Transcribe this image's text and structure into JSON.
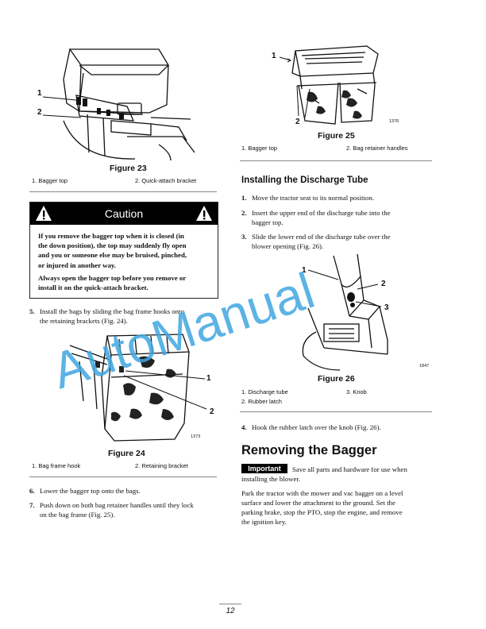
{
  "figures": {
    "fig23": {
      "title": "Figure 23",
      "callouts": [
        "1",
        "2"
      ],
      "legend": [
        "1.   Bagger top",
        "2.   Quick-attach bracket"
      ]
    },
    "fig25": {
      "title": "Figure 25",
      "number": "1376",
      "callouts": [
        "1",
        "2"
      ],
      "legend": [
        "1.   Bagger top",
        "2.   Bag retainer handles"
      ]
    },
    "fig24": {
      "title": "Figure 24",
      "number": "1373",
      "callouts": [
        "1",
        "2"
      ],
      "legend": [
        "1.   Bag frame hook",
        "2.   Retaining bracket"
      ]
    },
    "fig26": {
      "title": "Figure 26",
      "number": "1847",
      "callouts": [
        "1",
        "2",
        "3"
      ],
      "legend": [
        "1.   Discharge tube",
        "3.   Knob",
        "2.   Rubber latch"
      ]
    }
  },
  "caution": {
    "title": "Caution",
    "para1": [
      "If you remove the bagger top when it is closed (in",
      "the down position), the top may suddenly fly open",
      "and you or someone else may be bruised, pinched,",
      "or injured in another way."
    ],
    "para2": [
      "Always open the bagger top before you remove or",
      "install it on the quick-attach bracket."
    ]
  },
  "left_steps": [
    {
      "num": "5.",
      "lines": [
        "Install the bags by sliding the bag frame hooks onto",
        "the retaining brackets (Fig. 24)."
      ]
    },
    {
      "num": "6.",
      "lines": [
        "Lower the bagger top onto the bags."
      ]
    },
    {
      "num": "7.",
      "lines": [
        "Push down on both bag retainer handles until they lock",
        "on the bag frame (Fig. 25)."
      ]
    }
  ],
  "discharge": {
    "heading": "Installing the Discharge Tube",
    "steps": [
      {
        "num": "1.",
        "lines": [
          "Move the tractor seat to its normal position."
        ]
      },
      {
        "num": "2.",
        "lines": [
          "Insert the upper end of the discharge tube into the",
          "bagger top."
        ]
      },
      {
        "num": "3.",
        "lines": [
          "Slide the lower end of the discharge tube over the",
          "blower opening (Fig. 26)."
        ]
      }
    ],
    "step4": {
      "num": "4.",
      "lines": [
        "Hook the rubber latch over the knob (Fig. 26)."
      ]
    }
  },
  "removing": {
    "heading": "Removing the Bagger",
    "important_label": "Important",
    "important_text_1": "Save all parts and hardware for use when",
    "important_text_2": "installing the blower.",
    "para": [
      "Park the tractor with the mower and vac bagger on a level",
      "surface and lower the attachment to the ground.  Set the",
      "parking brake, stop the PTO, stop the engine, and remove",
      "the ignition key."
    ]
  },
  "page_number": "12",
  "watermark": "AutoManual",
  "colors": {
    "watermark": "#3fa6e0",
    "ink": "#111111"
  }
}
